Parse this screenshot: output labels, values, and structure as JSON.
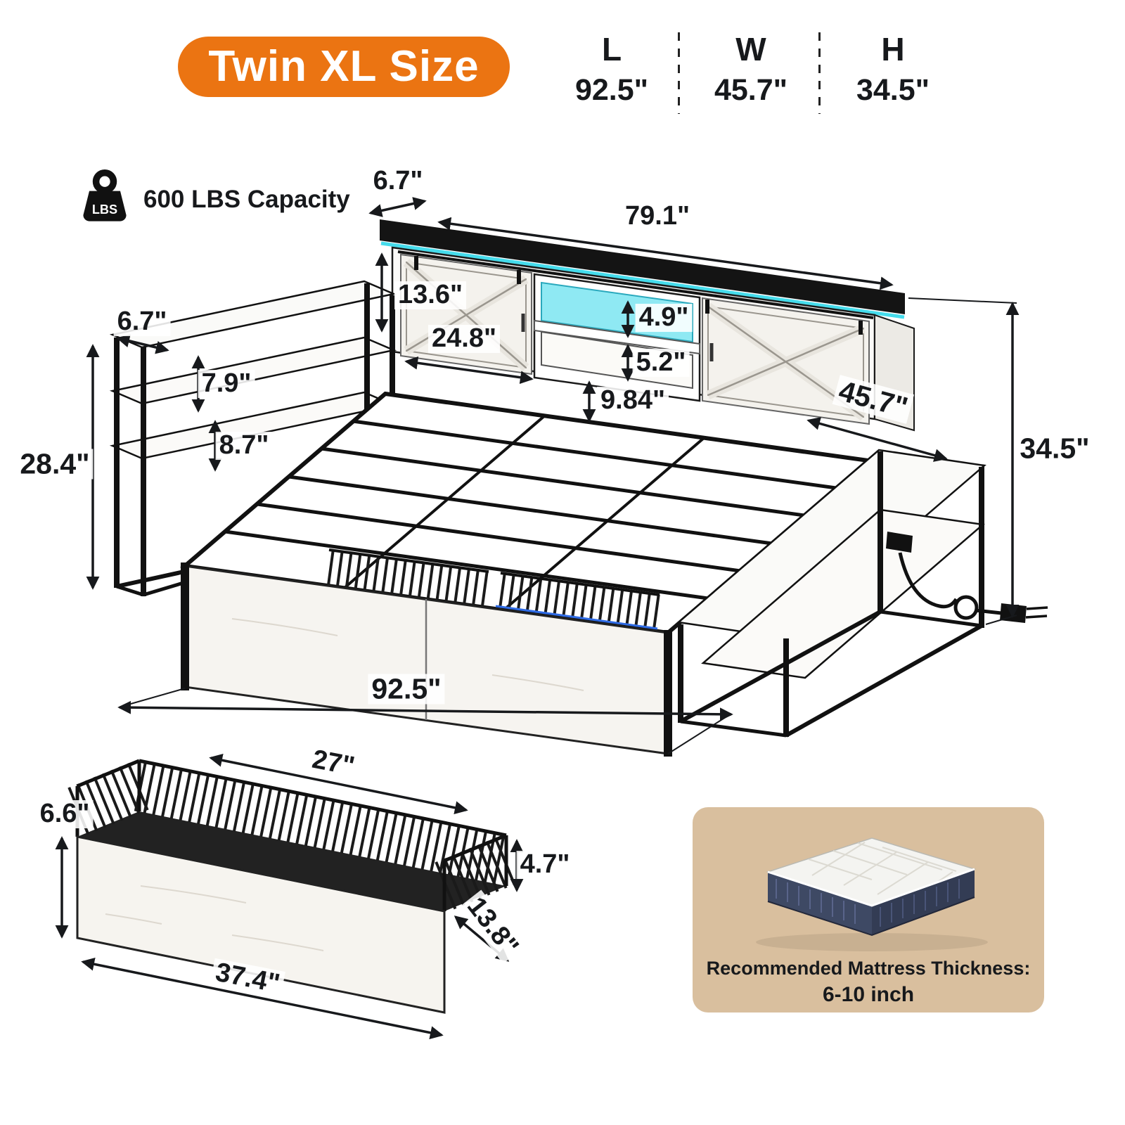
{
  "header": {
    "badge": "Twin XL Size",
    "dims": [
      {
        "label": "L",
        "value": "92.5\""
      },
      {
        "label": "W",
        "value": "45.7\""
      },
      {
        "label": "H",
        "value": "34.5\""
      }
    ]
  },
  "capacity": {
    "icon_label": "LBS",
    "amount": "600 LBS",
    "suffix": "Capacity"
  },
  "bed": {
    "hutch_top_depth": "6.7\"",
    "hutch_length": "79.1\"",
    "hutch_height": "13.6\"",
    "door_width": "24.8\"",
    "cubby_opening_height": "4.9\"",
    "shelf_opening_height": "5.2\"",
    "under_hutch_clearance": "9.84\"",
    "bed_width": "45.7\"",
    "total_height": "34.5\"",
    "arm_top_depth": "6.7\"",
    "arm_shelf_gap_upper": "7.9\"",
    "arm_shelf_gap_lower": "8.7\"",
    "arm_height": "28.4\"",
    "bed_length": "92.5\""
  },
  "drawer": {
    "basket_width": "27\"",
    "front_height": "6.6\"",
    "basket_height": "4.7\"",
    "basket_depth": "13.8\"",
    "front_width": "37.4\""
  },
  "mattress": {
    "recommendation_line1": "Recommended Mattress Thickness:",
    "recommendation_line2": "6-10 inch"
  },
  "colors": {
    "accent_orange": "#EB7412",
    "led_cyan": "#45DCEC",
    "panel_tan": "#D9BF9E",
    "ink": "#17191C"
  }
}
